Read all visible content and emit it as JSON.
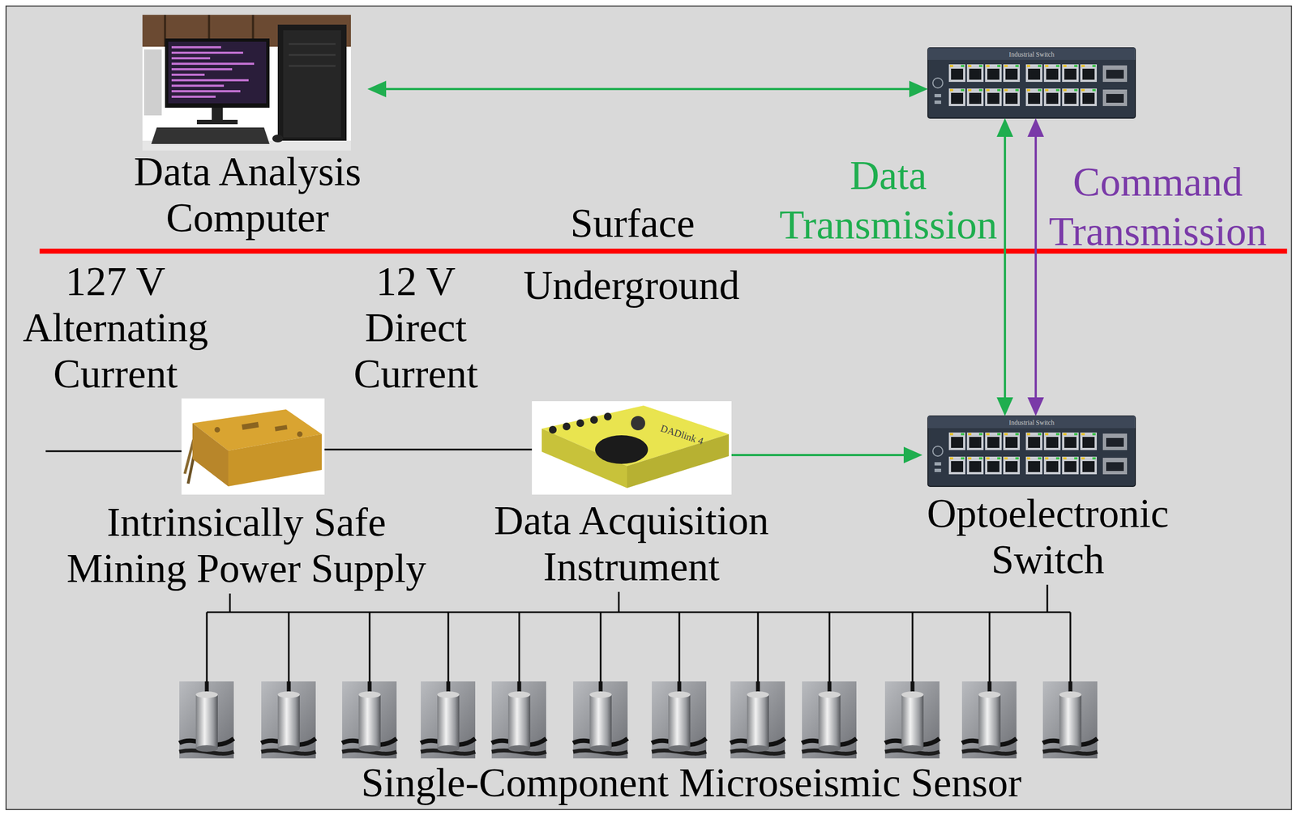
{
  "diagram": {
    "nodes": [
      {
        "text": [
          "Data Analysis Computer"
        ]
      },
      {
        "text": [
          "Industrial Switch"
        ]
      },
      {
        "text": [
          "Intrinsically Safe Mining Power Supply"
        ]
      },
      {
        "text": [
          "DADlink 4",
          "Data Acquisition Instrument"
        ]
      },
      {
        "text": [
          "Industrial Switch",
          "Optoelectronic Switch"
        ]
      },
      {
        "text": [
          "Single-Component Microseismic Sensor"
        ]
      }
    ],
    "edges": [
      {
        "from": 0,
        "to": 1,
        "arrow": "both"
      },
      {
        "from": 1,
        "to": 4,
        "label": "Data Transmission",
        "arrow": "both"
      },
      {
        "from": 1,
        "to": 4,
        "label": "Command Transmission",
        "arrow": "both"
      },
      {
        "from": 2,
        "to": 3,
        "label": "12 V Direct Current",
        "arrow": "none"
      },
      {
        "from": 3,
        "to": 4,
        "arrow": "to"
      },
      {
        "from": 2,
        "to": 5,
        "arrow": "none"
      },
      {
        "from": 3,
        "to": 5,
        "arrow": "none"
      },
      {
        "from": 4,
        "to": 5,
        "arrow": "none"
      }
    ],
    "labels": [
      "Surface",
      "Underground",
      "127 V Alternating Current"
    ]
  }
}
